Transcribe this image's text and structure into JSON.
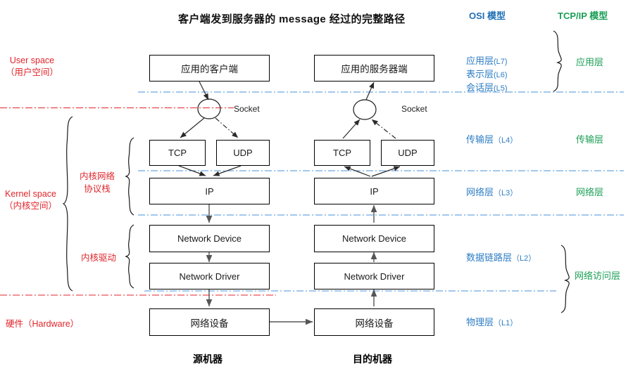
{
  "title": "客户端发到服务器的 message 经过的完整路径",
  "colors": {
    "osi_blue": "#2d7dc4",
    "tcpip_green": "#1a9e55",
    "annotation_red": "#e0252b",
    "divider_blue": "#4a90d9",
    "divider_red": "#e0252b",
    "box_border": "#000000",
    "arrow": "#333333"
  },
  "headers": {
    "osi": "OSI 模型",
    "tcpip": "TCP/IP 模型"
  },
  "left_annotations": [
    {
      "id": "user-space",
      "text": "User space\n（用户空间）"
    },
    {
      "id": "kernel-space",
      "text": "Kernel space\n（内核空间）"
    },
    {
      "id": "kernel-net-stack",
      "text": "内核网络\n协议栈"
    },
    {
      "id": "kernel-driver",
      "text": "内核驱动"
    },
    {
      "id": "hardware",
      "text": "硬件（Hardware）"
    }
  ],
  "left_annotation_text": {
    "user_space_en": "User space",
    "user_space_cn": "（用户空间）",
    "kernel_space_en": "Kernel space",
    "kernel_space_cn": "（内核空间）",
    "kernel_net_stack_1": "内核网络",
    "kernel_net_stack_2": "协议栈",
    "kernel_driver": "内核驱动",
    "hardware": "硬件（Hardware）"
  },
  "osi_layers": [
    {
      "name": "应用层",
      "code": "(L7)"
    },
    {
      "name": "表示层",
      "code": "(L6)"
    },
    {
      "name": "会话层",
      "code": "(L5)"
    },
    {
      "name": "传输层",
      "code": "（L4）"
    },
    {
      "name": "网络层",
      "code": "（L3）"
    },
    {
      "name": "数据链路层",
      "code": "（L2）"
    },
    {
      "name": "物理层",
      "code": "（L1）"
    }
  ],
  "tcpip_layers": [
    {
      "name": "应用层"
    },
    {
      "name": "传输层"
    },
    {
      "name": "网络层"
    },
    {
      "name": "网络访问层"
    }
  ],
  "columns": {
    "source": {
      "caption": "源机器",
      "socket_label": "Socket",
      "boxes": [
        {
          "id": "app-client",
          "text": "应用的客户端"
        },
        {
          "id": "tcp",
          "text": "TCP"
        },
        {
          "id": "udp",
          "text": "UDP"
        },
        {
          "id": "ip",
          "text": "IP"
        },
        {
          "id": "network-device",
          "text": "Network Device"
        },
        {
          "id": "network-driver",
          "text": "Network Driver"
        },
        {
          "id": "hw-device",
          "text": "网络设备"
        }
      ]
    },
    "dest": {
      "caption": "目的机器",
      "socket_label": "Socket",
      "boxes": [
        {
          "id": "app-server",
          "text": "应用的服务器端"
        },
        {
          "id": "tcp",
          "text": "TCP"
        },
        {
          "id": "udp",
          "text": "UDP"
        },
        {
          "id": "ip",
          "text": "IP"
        },
        {
          "id": "network-device",
          "text": "Network Device"
        },
        {
          "id": "network-driver",
          "text": "Network Driver"
        },
        {
          "id": "hw-device",
          "text": "网络设备"
        }
      ]
    }
  }
}
